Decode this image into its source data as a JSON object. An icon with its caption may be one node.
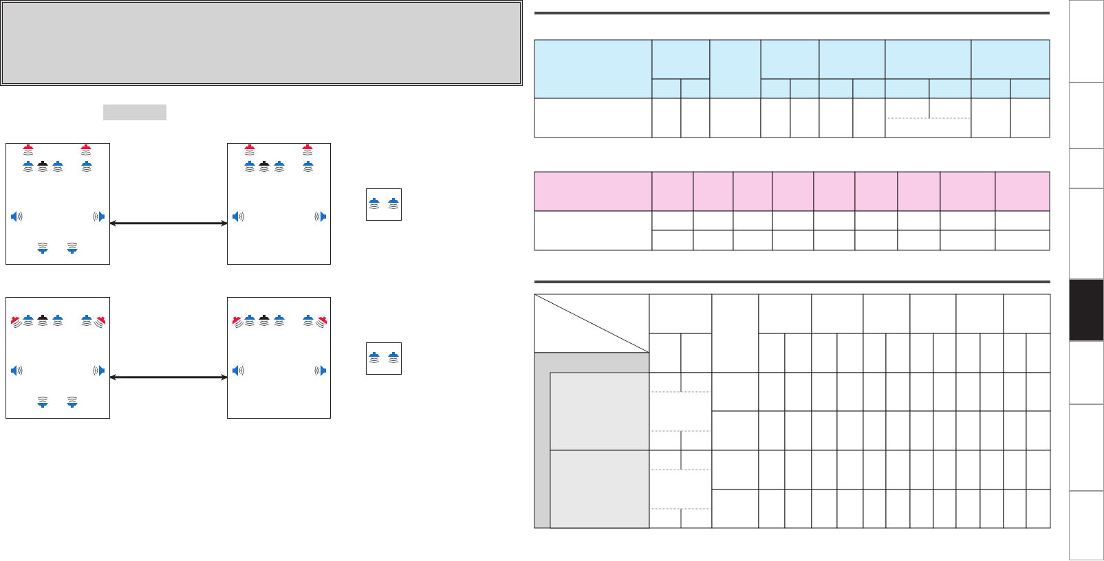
{
  "diagram": {
    "nodes": [
      {
        "text": [],
        "shape": "box"
      },
      {
        "text": [],
        "shape": "box"
      },
      {
        "text": [],
        "shape": "box"
      },
      {
        "text": [],
        "shape": "box"
      },
      {
        "text": [],
        "shape": "box"
      },
      {
        "text": [],
        "shape": "box"
      }
    ],
    "edges": [
      {
        "from": 0,
        "to": 1,
        "arrow": "both"
      },
      {
        "from": 3,
        "to": 4,
        "arrow": "both"
      }
    ]
  }
}
